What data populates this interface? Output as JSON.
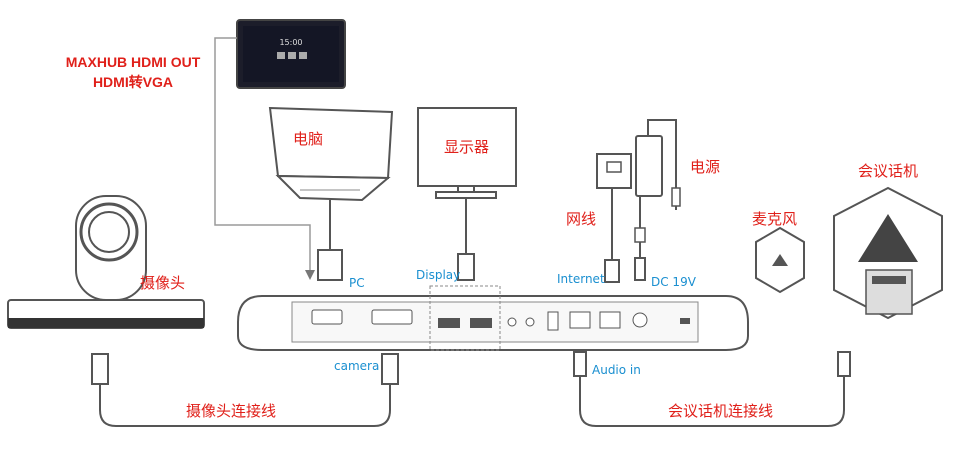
{
  "labels": {
    "hdmi_out_line1": "MAXHUB HDMI OUT",
    "hdmi_out_line2": "HDMI转VGA",
    "pc": "电脑",
    "display": "显示器",
    "power": "电源",
    "network": "网线",
    "mic": "麦克风",
    "conference_phone": "会议话机",
    "camera": "摄像头",
    "camera_cable": "摄像头连接线",
    "phone_cable": "会议话机连接线"
  },
  "port_labels": {
    "pc": "PC",
    "display": "Display",
    "internet": "Internet",
    "dc": "DC 19V",
    "camera": "camera",
    "audio_in": "Audio in"
  },
  "screen_time": "15:00",
  "colors": {
    "label_red": "#e0201a",
    "label_blue": "#1a8fd0",
    "line_gray": "#9a9a9a"
  }
}
